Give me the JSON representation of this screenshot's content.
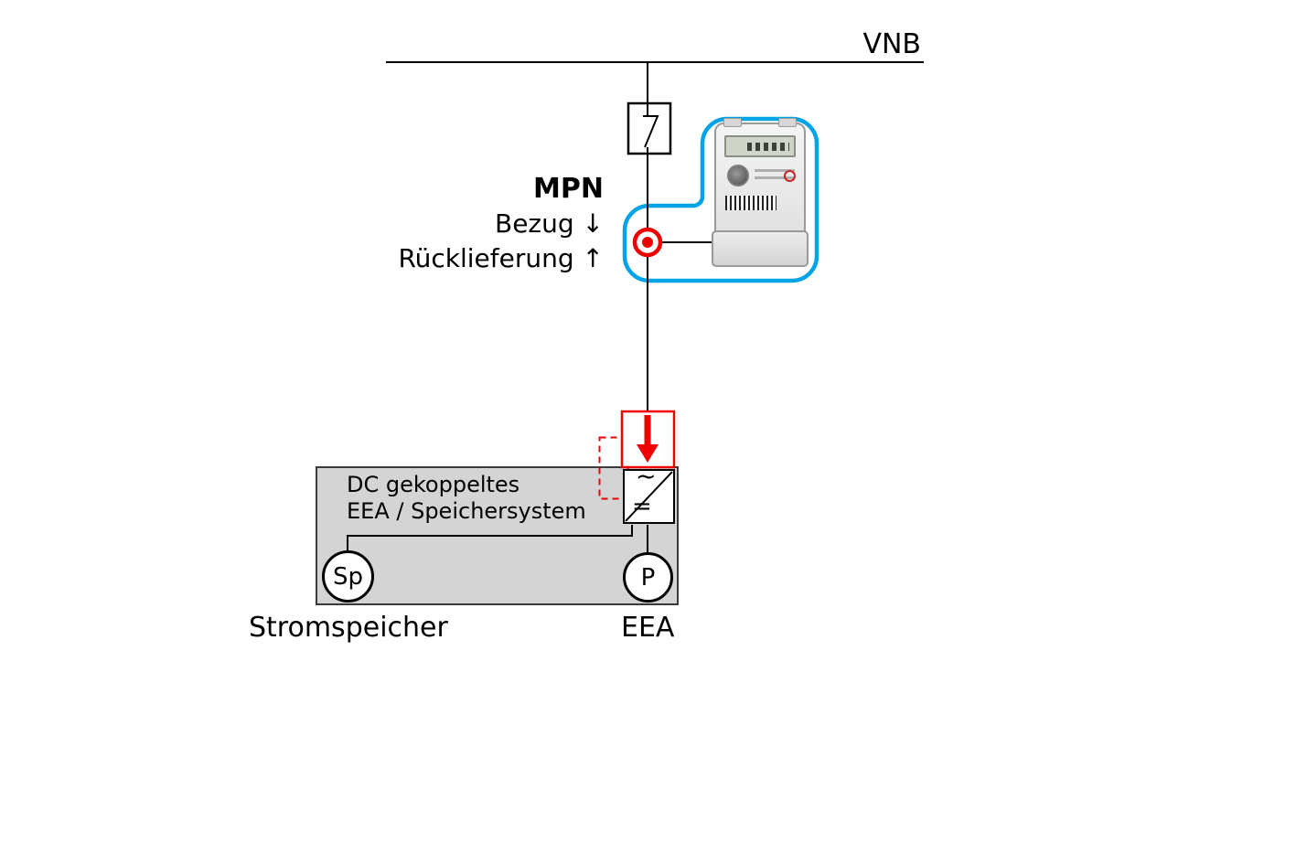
{
  "diagram": {
    "grid_label": "VNB",
    "metering_point": {
      "title": "MPN",
      "import_label": "Bezug ↓",
      "export_label": "Rücklieferung ↑"
    },
    "system_box": {
      "line1": "DC gekoppeltes",
      "line2": "EEA / Speichersystem"
    },
    "inverter": {
      "ac_symbol": "~",
      "dc_symbol": "="
    },
    "storage_node_label": "Sp",
    "generator_node_label": "P",
    "storage_caption": "Stromspeicher",
    "generator_caption": "EEA"
  },
  "colors": {
    "line_black": "#000000",
    "highlight_red": "#ee0000",
    "callout_blue": "#00a3e8",
    "panel_gray": "#d4d4d4"
  }
}
